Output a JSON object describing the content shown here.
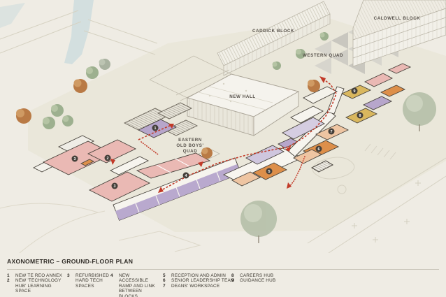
{
  "figure": {
    "type": "architectural axonometric ground-floor plan"
  },
  "plan": {
    "labels": {
      "caddick_block": "CADDICK BLOCK",
      "caldwell_block": "CALDWELL BLOCK",
      "western_quad": "WESTERN QUAD",
      "new_hall": "NEW HALL",
      "eastern_quad_l1": "EASTERN",
      "eastern_quad_l2": "OLD BOYS'",
      "eastern_quad_l3": "QUAD"
    },
    "markers": [
      "1",
      "2",
      "3",
      "3",
      "4",
      "5",
      "6",
      "7",
      "8",
      "9"
    ],
    "colors": {
      "background": "#efece4",
      "path_red": "#c23a28",
      "room_pink": "#eab9b4",
      "room_purple": "#b7a6cb",
      "room_lavender": "#b9a9ce",
      "room_yellow": "#d9b75e",
      "room_orange": "#dd8f4a",
      "room_peach": "#eec5a2",
      "marker_bg": "#45403a",
      "tree_green": "#9db08f",
      "tree_autumn": "#b97a45",
      "water": "#ccdcdd"
    }
  },
  "legend": {
    "title": "AXONOMETRIC – GROUND-FLOOR PLAN",
    "columns": [
      {
        "items": [
          {
            "num": "1",
            "label": "NEW TE REO ANNEX"
          },
          {
            "num": "2",
            "label": "NEW 'TECHNOLOGY HUB' LEARNING SPACE"
          }
        ]
      },
      {
        "items": [
          {
            "num": "3",
            "label": "REFURBISHED HARD TECH SPACES"
          }
        ]
      },
      {
        "items": [
          {
            "num": "4",
            "label": "NEW ACCESSIBLE RAMP AND LINK BETWEEN BLOCKS"
          }
        ]
      },
      {
        "items": [
          {
            "num": "5",
            "label": "RECEPTION AND ADMIN"
          },
          {
            "num": "6",
            "label": "SENIOR LEADERSHIP TEAM"
          },
          {
            "num": "7",
            "label": "DEANS' WORKSPACE"
          }
        ]
      },
      {
        "items": [
          {
            "num": "8",
            "label": "CAREERS HUB"
          },
          {
            "num": "9",
            "label": "GUIDANCE HUB"
          }
        ]
      }
    ]
  }
}
